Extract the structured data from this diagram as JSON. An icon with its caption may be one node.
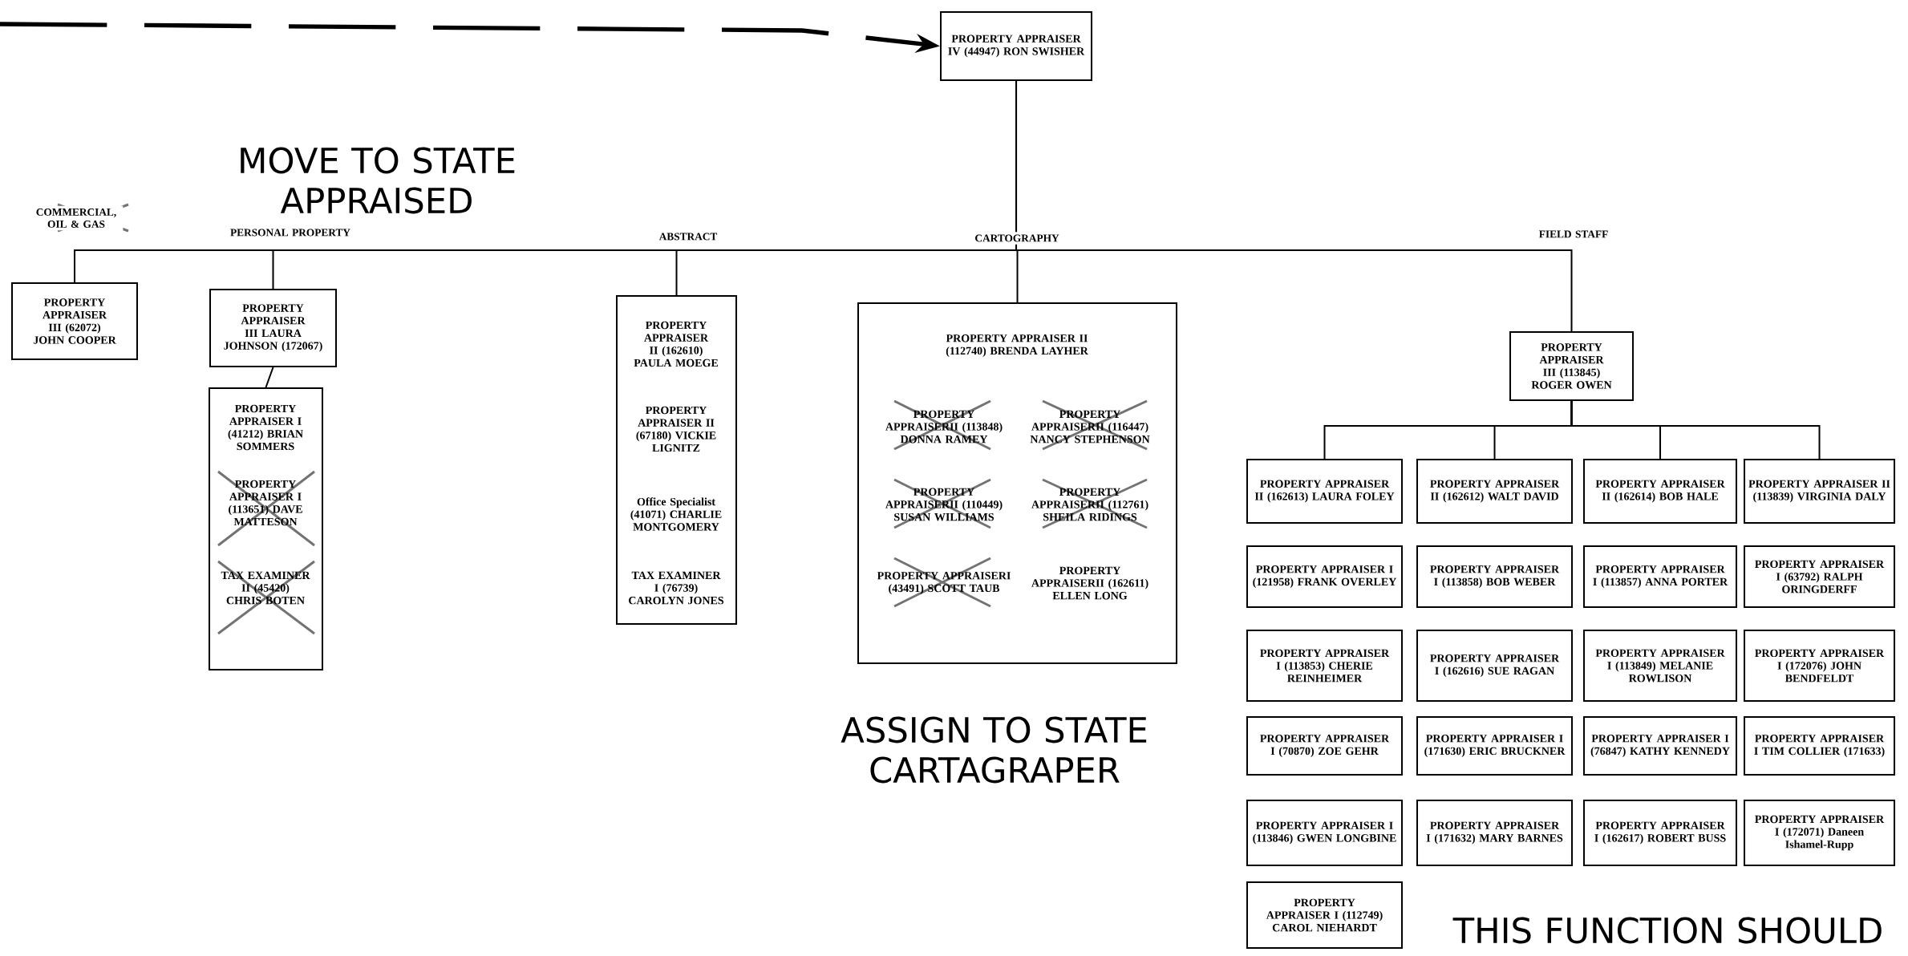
{
  "diagram": {
    "nodes": [
      {
        "text": [
          "PROPERTY APPRAISER IV (44947) RON SWISHER"
        ]
      },
      {
        "text": [
          "PROPERTY APPRAISER III (62072) JOHN COOPER"
        ]
      },
      {
        "text": [
          "PROPERTY APPRAISER III LAURA JOHNSON (172067)"
        ]
      },
      {
        "text": [
          "PROPERTY APPRAISER I (41212) BRIAN SOMMERS",
          "PROPERTY APPRAISER I (113651) DAVE MATTESON",
          "TAX EXAMINER II (45420) CHRIS BOTEN"
        ]
      },
      {
        "text": [
          "PROPERTY APPRAISER II (162610) PAULA MOEGE",
          "PROPERTY APPRAISER II (67180) VICKIE LIGNITZ",
          "Office Specialist (41071) CHARLIE MONTGOMERY",
          "TAX EXAMINER I (76739) CAROLYN JONES"
        ]
      },
      {
        "text": [
          "PROPERTY APPRAISER II (112740) BRENDA LAYHER",
          "PROPERTY APPRAISERII (113848) DONNA RAMEY",
          "PROPERTY APPRAISERII (116447) NANCY STEPHENSON",
          "PROPERTY APPRAISERII (110449) SUSAN WILLIAMS",
          "PROPERTY APPRAISERII (112761) SHEILA RIDINGS",
          "PROPERTY APPRAISERI (43491) SCOTT TAUB",
          "PROPERTY APPRAISERII (162611) ELLEN LONG"
        ]
      },
      {
        "text": [
          "PROPERTY APPRAISER III (113845) ROGER OWEN"
        ]
      },
      {
        "text": [
          "PROPERTY APPRAISER II (162613) LAURA FOLEY"
        ]
      },
      {
        "text": [
          "PROPERTY APPRAISER II (162612) WALT DAVID"
        ]
      },
      {
        "text": [
          "PROPERTY APPRAISER II (162614) BOB HALE"
        ]
      },
      {
        "text": [
          "PROPERTY APPRAISER II (113839) VIRGINIA DALY"
        ]
      },
      {
        "text": [
          "PROPERTY APPRAISER I (121958) FRANK OVERLEY"
        ]
      },
      {
        "text": [
          "PROPERTY APPRAISER I (113858) BOB WEBER"
        ]
      },
      {
        "text": [
          "PROPERTY APPRAISER I (113857) ANNA PORTER"
        ]
      },
      {
        "text": [
          "PROPERTY APPRAISER I (63792) RALPH ORINGDERFF"
        ]
      },
      {
        "text": [
          "PROPERTY APPRAISER I (113853) CHERIE REINHEIMER"
        ]
      },
      {
        "text": [
          "PROPERTY APPRAISER I (162616) SUE RAGAN"
        ]
      },
      {
        "text": [
          "PROPERTY APPRAISER I (113849) MELANIE ROWLISON"
        ]
      },
      {
        "text": [
          "PROPERTY APPRAISER I (172076) JOHN BENDFELDT"
        ]
      },
      {
        "text": [
          "PROPERTY APPRAISER I (70870) ZOE GEHR"
        ]
      },
      {
        "text": [
          "PROPERTY APPRAISER I (171630) ERIC BRUCKNER"
        ]
      },
      {
        "text": [
          "PROPERTY APPRAISER I (76847) KATHY KENNEDY"
        ]
      },
      {
        "text": [
          "PROPERTY APPRAISER I TIM COLLIER (171633)"
        ]
      },
      {
        "text": [
          "PROPERTY APPRAISER I (113846) GWEN LONGBINE"
        ]
      },
      {
        "text": [
          "PROPERTY APPRAISER I (171632) MARY BARNES"
        ]
      },
      {
        "text": [
          "PROPERTY APPRAISER I (162617) ROBERT BUSS"
        ]
      },
      {
        "text": [
          "PROPERTY APPRAISER I (172071) Daneen Ishamel-Rupp"
        ]
      },
      {
        "text": [
          "PROPERTY APPRAISER I (112749) CAROL NIEHARDT"
        ]
      }
    ],
    "edges": [
      {
        "from": 0,
        "to": 1,
        "arrow": "none"
      },
      {
        "from": 0,
        "to": 2,
        "arrow": "none"
      },
      {
        "from": 0,
        "to": 4,
        "arrow": "none"
      },
      {
        "from": 0,
        "to": 5,
        "arrow": "none"
      },
      {
        "from": 0,
        "to": 6,
        "arrow": "none"
      },
      {
        "from": 2,
        "to": 3,
        "arrow": "none"
      },
      {
        "from": 6,
        "to": 7,
        "arrow": "none"
      },
      {
        "from": 6,
        "to": 8,
        "arrow": "none"
      },
      {
        "from": 6,
        "to": 9,
        "arrow": "none"
      },
      {
        "from": 6,
        "to": 10,
        "arrow": "none"
      },
      {
        "from": null,
        "to": 0,
        "arrow": "to",
        "style": "dashed"
      }
    ],
    "labels": [
      "MOVE TO STATE APPRAISED",
      "COMMERCIAL, OIL & GAS",
      "PERSONAL PROPERTY",
      "ABSTRACT",
      "CARTOGRAPHY",
      "FIELD STAFF",
      "ASSIGN TO STATE CARTAGRAPER",
      "THIS FUNCTION SHOULD"
    ]
  }
}
